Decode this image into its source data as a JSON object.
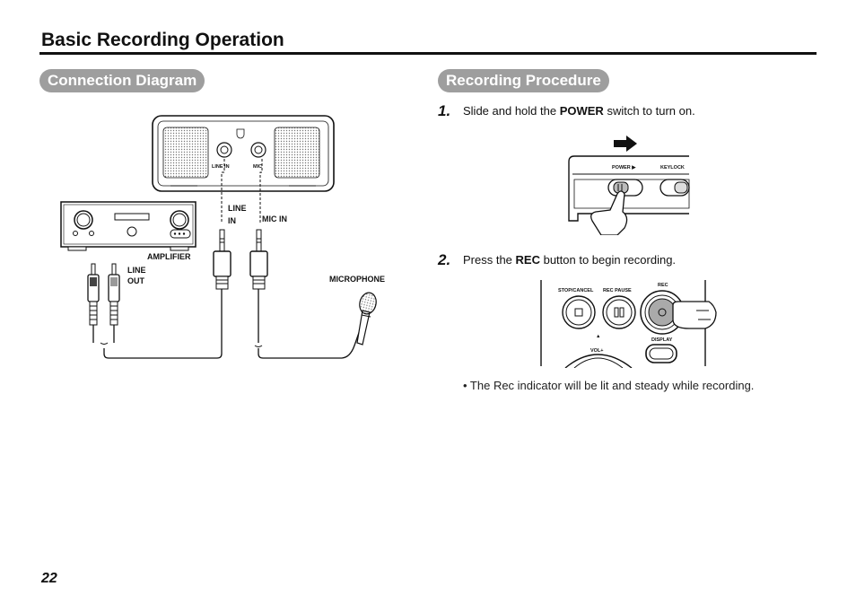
{
  "page": {
    "title": "Basic Recording Operation",
    "number": "22"
  },
  "connection": {
    "heading": "Connection Diagram",
    "labels": {
      "device_line_in": "LINE IN",
      "device_mic": "MIC",
      "line_in_1": "LINE",
      "line_in_2": "IN",
      "mic_in": "MIC IN",
      "amplifier": "AMPLIFIER",
      "line_out_1": "LINE",
      "line_out_2": "OUT",
      "microphone": "MICROPHONE"
    }
  },
  "procedure": {
    "heading": "Recording Procedure",
    "step1": {
      "number": "1.",
      "pre": "Slide and hold the ",
      "bold": "POWER",
      "post": " switch to turn on.",
      "illus": {
        "power_label": "POWER ▶",
        "keylock_label": "KEYLOCK"
      }
    },
    "step2": {
      "number": "2.",
      "pre": "Press the ",
      "bold": "REC",
      "post": " button to begin recording.",
      "illus": {
        "stop_label": "STOP/CANCEL",
        "pause_label": "REC PAUSE",
        "rec_label": "REC",
        "display_label": "DISPLAY",
        "vol_label": "VOL+"
      }
    },
    "note": "•  The Rec indicator will be lit and steady while recording."
  }
}
